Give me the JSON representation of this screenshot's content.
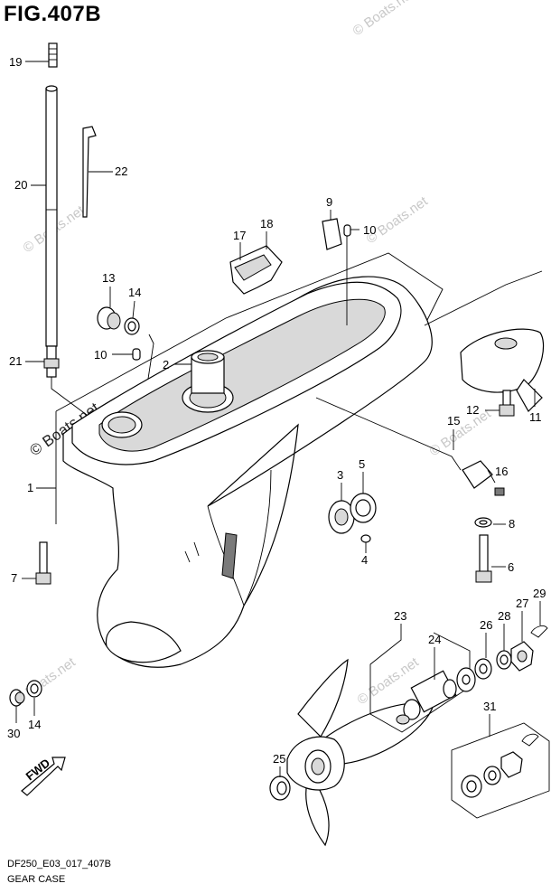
{
  "figure": {
    "title": "FIG.407B",
    "model_code": "DF250_E03_017_407B",
    "caption": "GEAR CASE"
  },
  "watermark": {
    "text": "© Boats.net"
  },
  "direction_marker": {
    "label": "FWD"
  },
  "callouts": [
    "1",
    "2",
    "3",
    "4",
    "5",
    "6",
    "7",
    "8",
    "9",
    "10",
    "10",
    "11",
    "12",
    "13",
    "14",
    "14",
    "15",
    "16",
    "17",
    "18",
    "19",
    "20",
    "21",
    "22",
    "23",
    "24",
    "25",
    "26",
    "27",
    "28",
    "29",
    "30",
    "31"
  ]
}
